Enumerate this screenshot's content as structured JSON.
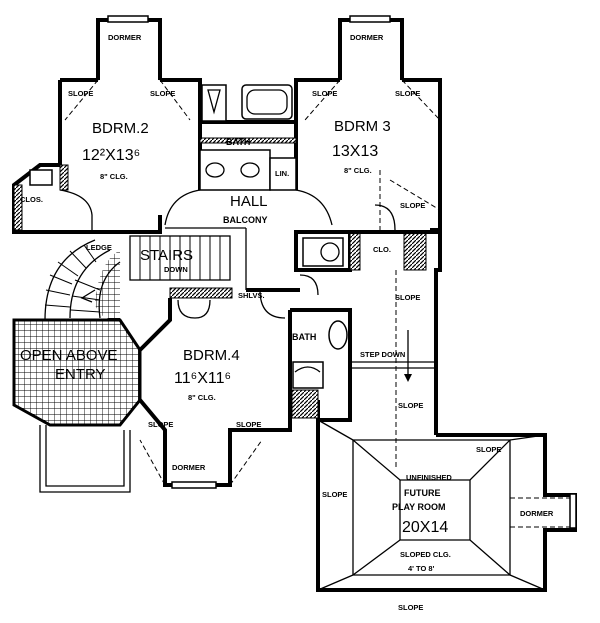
{
  "rooms": {
    "bdrm2": {
      "name": "BDRM.2",
      "dims": "12²X13⁶",
      "ceiling": "8\" CLG."
    },
    "bdrm3": {
      "name": "BDRM 3",
      "dims": "13X13",
      "ceiling": "8\" CLG."
    },
    "bdrm4": {
      "name": "BDRM.4",
      "dims": "11⁶X11⁶",
      "ceiling": "8\" CLG."
    },
    "play": {
      "status": "UNFINISHED",
      "name_line1": "FUTURE",
      "name_line2": "PLAY ROOM",
      "dims": "20X14",
      "ceiling_line1": "SLOPED CLG.",
      "ceiling_line2": "4' TO 8'"
    }
  },
  "labels": {
    "dormer": "DORMER",
    "slope": "SLOPE",
    "bath": "BATH",
    "lin": "LIN.",
    "hall": "HALL",
    "balcony": "BALCONY",
    "clos": "CLOS.",
    "clo": "CLO.",
    "stairs": "STAIRS",
    "down": "DOWN",
    "ledge": "LEDGE",
    "shlvs": "SHLVS.",
    "step_down": "STEP DOWN",
    "open_above_line1": "OPEN ABOVE",
    "open_above_line2": "ENTRY"
  }
}
